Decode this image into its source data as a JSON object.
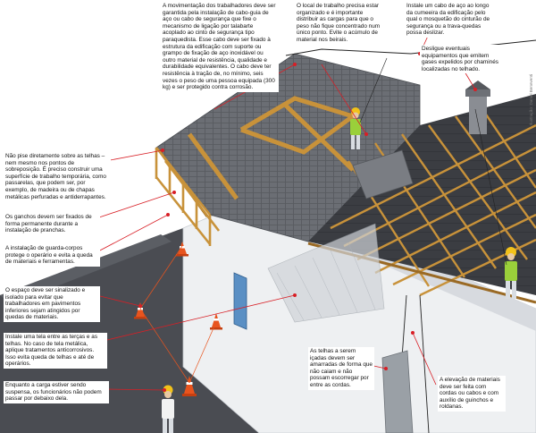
{
  "notes": {
    "harness_cable": "A movimentação dos trabalhadores deve ser garantida pela instalação de cabo-guia de aço ou cabo de segurança que fixe o mecanismo de ligação por talabarte acoplado ao cinto de segurança tipo paraquedista. Esse cabo deve ser fixado à estrutura da edificação com suporte ou grampo de fixação de aço inoxidável ou outro material de resistência, qualidade e durabilidade equivalentes. O cabo deve ter resistência à tração de, no mínimo, seis vezes o peso de uma pessoa equipada (300 kg) e ser protegido contra corrosão.",
    "workplace": "O local de trabalho precisa estar organizado e é importante distribuir as cargas para que o peso não fique concentrado num único ponto. Evite o acúmulo de material nos beirais.",
    "ridge_cable": "Instale um cabo de aço ao longo da cumeeira da edificação pelo qual o mosquetão do cinturão de segurança ou a trava-quedas possa deslizar.",
    "chimneys": "Desligue eventuais equipamentos que emitem gases expelidos por chaminés localizadas no telhado.",
    "no_step": "Não pise diretamente sobre as telhas – nem mesmo nos pontos de sobreposição. É preciso construir uma superfície de trabalho temporária, como passarelas, que podem ser, por exemplo, de madeira ou de chapas metálicas perfuradas e antiderrapantes.",
    "hooks": "Os ganchos devem ser fixados de forma permanente durante a instalação de pranchas.",
    "guardrail": "A instalação de guarda-corpos protege o operário e evita a queda de materiais e ferramentas.",
    "signal_area": "O espaço deve ser sinalizado e isolado para evitar que trabalhadores em pavimentos inferiores sejam atingidos por quedas de materiais.",
    "net": "Instale uma tela entre as terças e as telhas. No caso de tela metálica, aplique tratamentos anticorrosivos. Isso evita queda de telhas e até de operários.",
    "tied_tiles": "As telhas a serem içadas devem ser amarradas de forma que não caiam e não possam escorregar por entre as cordas.",
    "lifting": "A elevação de materiais deve ser feita com cordas ou cabos e com auxílio de guinchos e roldanas.",
    "suspended_load": "Enquanto a carga estiver sendo suspensa, os funcionários não podem passar por debaixo dela."
  },
  "credit": "Ilustração: Daniel Beneventi",
  "colors": {
    "roof_tile": "#6b6e74",
    "wood": "#c8923a",
    "wall": "#eef0f2",
    "ground": "#4a4c52",
    "cone": "#e8541e",
    "vest": "#9ad03a",
    "helmet": "#f2c21a",
    "leader": "#d81f26"
  }
}
